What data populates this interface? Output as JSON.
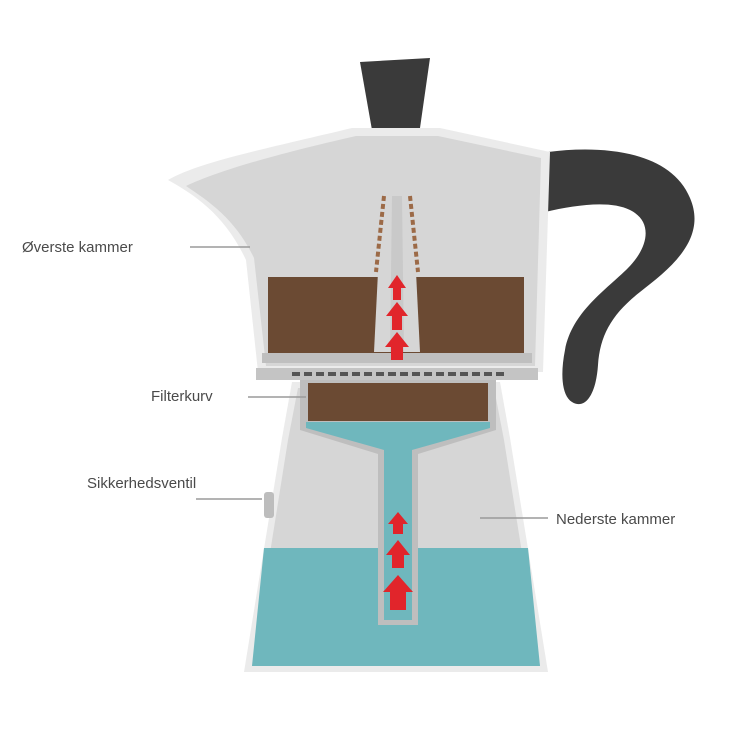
{
  "labels": {
    "upper_chamber": "Øverste kammer",
    "filter_basket": "Filterkurv",
    "safety_valve": "Sikkerhedsventil",
    "lower_chamber": "Nederste kammer"
  },
  "colors": {
    "body": "#d6d6d6",
    "body_outline": "#ebebeb",
    "handle": "#3a3a3a",
    "coffee": "#6b4a33",
    "water": "#6fb7bd",
    "arrow": "#e1252b",
    "leader_line": "#9a9a9a",
    "label_text": "#4a4a4a"
  }
}
